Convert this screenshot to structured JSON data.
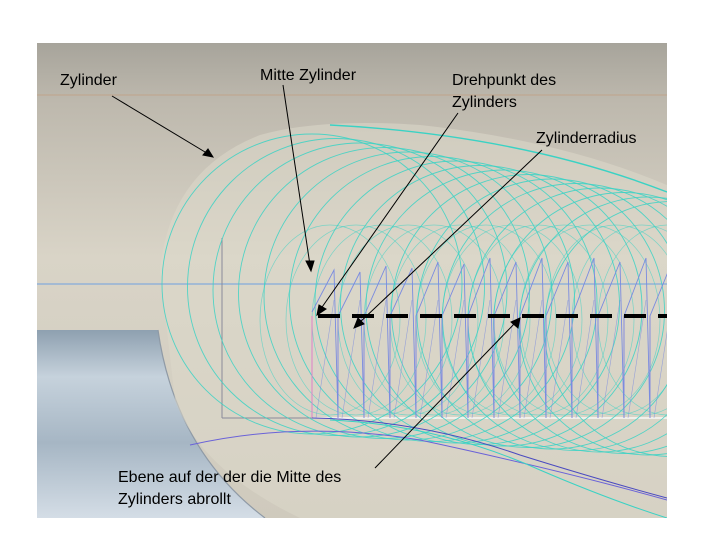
{
  "labels": {
    "zylinder": "Zylinder",
    "mitte_zylinder": "Mitte Zylinder",
    "drehpunkt_line1": "Drehpunkt des",
    "drehpunkt_line2": "Zylinders",
    "zylinderradius": "Zylinderradius",
    "ebene_line1": "Ebene auf der der die Mitte des",
    "ebene_line2": "Zylinders abrollt"
  },
  "colors": {
    "background_top": "#aaa79e",
    "background_mid": "#d8d3c6",
    "background_low": "#ccc8bb",
    "cylinder_circles": "#3ad2c4",
    "pitch_line": "#000000",
    "helix_lines": "#7a8be0",
    "magenta_lines": "#e080c8",
    "axis_line": "#6fa0e0",
    "steel_body": "#b8c6d2"
  }
}
